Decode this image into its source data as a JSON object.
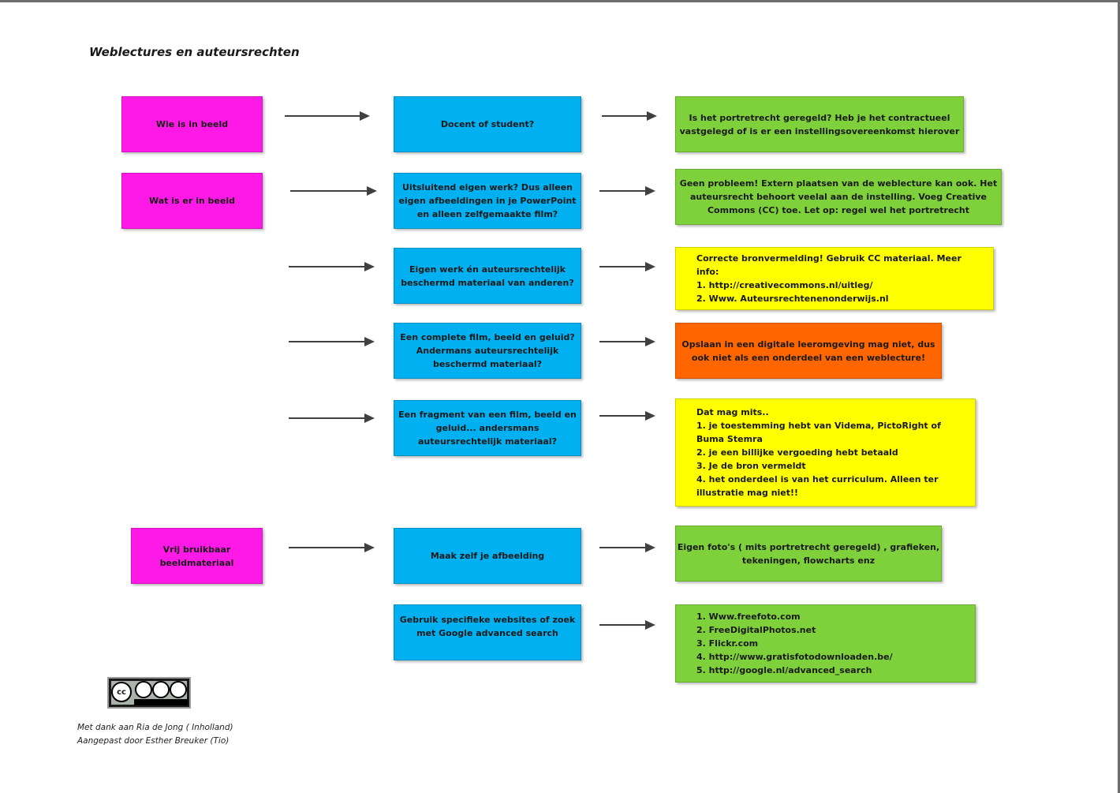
{
  "title": "Weblectures en auteursrechten",
  "colors": {
    "pink": "#ff19e6",
    "blue": "#00b0f0",
    "green": "#7fd13b",
    "yellow": "#ffff00",
    "orange": "#ff6600"
  },
  "left_nodes": {
    "who": [
      "Wie is in beeld"
    ],
    "what": [
      "Wat is er in beeld"
    ],
    "free": [
      "Vrij bruikbaar",
      "beeldmateriaal"
    ]
  },
  "middle_nodes": {
    "teacher_student": [
      "Docent of student?"
    ],
    "own_work": [
      "Uitsluitend eigen werk? Dus alleen",
      "eigen afbeeldingen in je PowerPoint",
      "en alleen zelfgemaakte film?"
    ],
    "own_and_protected": [
      "Eigen werk én auteursrechtelijk",
      "beschermd materiaal van anderen?"
    ],
    "complete_film": [
      "Een complete film, beeld en geluid?",
      "Andermans auteursrechtelijk",
      "beschermd materiaal?"
    ],
    "fragment": [
      "Een fragment van een film,  beeld en",
      "geluid... andersmans",
      "auteursrechtelijk materiaal?"
    ],
    "make_image": [
      "Maak zelf je afbeelding"
    ],
    "use_websites": [
      "Gebruik specifieke websites of zoek",
      "met Google advanced search"
    ]
  },
  "right_nodes": {
    "portrait": [
      "Is het portretrecht geregeld? Heb je het contractueel",
      "vastgelegd of is er een instellingsovereenkomst hierover"
    ],
    "no_problem": [
      "Geen probleem! Extern plaatsen van de weblecture kan ook. Het",
      "auteursrecht behoort veelal aan de instelling. Voeg Creative",
      "Commons (CC) toe. Let op: regel wel het portretrecht"
    ],
    "correct_reference": [
      "Correcte bronvermelding! Gebruik  CC materiaal. Meer",
      "info:",
      "1. http://creativecommons.nl/uitleg/",
      "2. Www. Auteursrechtenenonderwijs.nl"
    ],
    "not_allowed": [
      "Opslaan in een digitale leeromgeving mag niet, dus",
      "ook niet als een onderdeel van een weblecture!"
    ],
    "allowed_if": [
      "Dat mag mits..",
      "1. je toestemming hebt van Videma, PictoRight of",
      "Buma Stemra",
      "2. je een billijke vergoeding hebt betaald",
      "3. Je de bron vermeldt",
      "4. het onderdeel is van het curriculum. Alleen ter",
      "illustratie mag niet!!"
    ],
    "own_photos": [
      "Eigen foto's ( mits portretrecht geregeld) , grafieken,",
      "tekeningen, flowcharts enz"
    ],
    "sites_list": [
      "1. Www.freefoto.com",
      "2. FreeDigitalPhotos.net",
      "3. Flickr.com",
      "4. http://www.gratisfotodownloaden.be/",
      "5. http://google.nl/advanced_search"
    ]
  },
  "cc_logo": {
    "icon": "creative-commons-by-nc-sa-badge",
    "text": "cc"
  },
  "credits": [
    "Met dank aan Ria de Jong ( Inholland)",
    "Aangepast door Esther Breuker (Tio)"
  ]
}
